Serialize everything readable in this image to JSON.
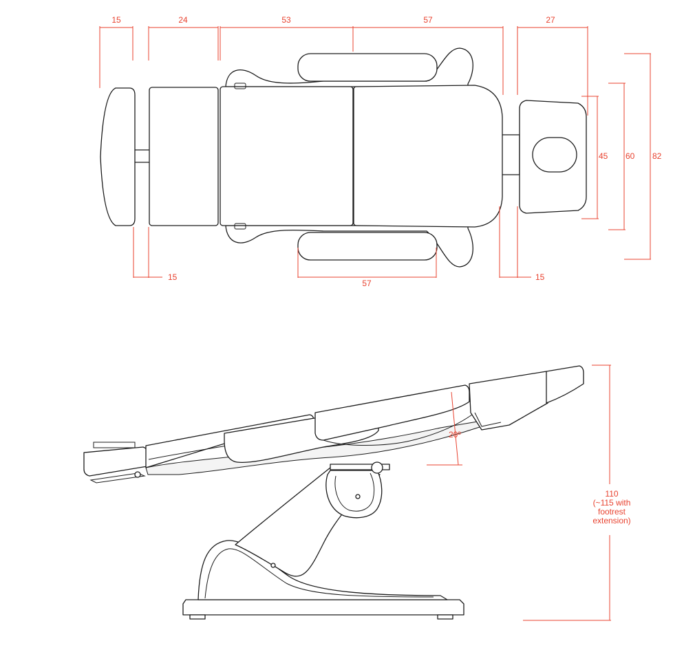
{
  "top_view": {
    "widths": [
      "15",
      "24",
      "53",
      "57",
      "27"
    ],
    "gap_left": "15",
    "armrest_length": "57",
    "gap_right": "15",
    "headrest_width": "45",
    "backrest_width": "60",
    "total_width": "82"
  },
  "side_view": {
    "angle": "20º",
    "height_line1": "110",
    "height_line2": "(~115 with",
    "height_line3": "footrest",
    "height_line4": "extension)"
  },
  "colors": {
    "dimension": "#e8412e",
    "outline": "#1a1a1a"
  }
}
